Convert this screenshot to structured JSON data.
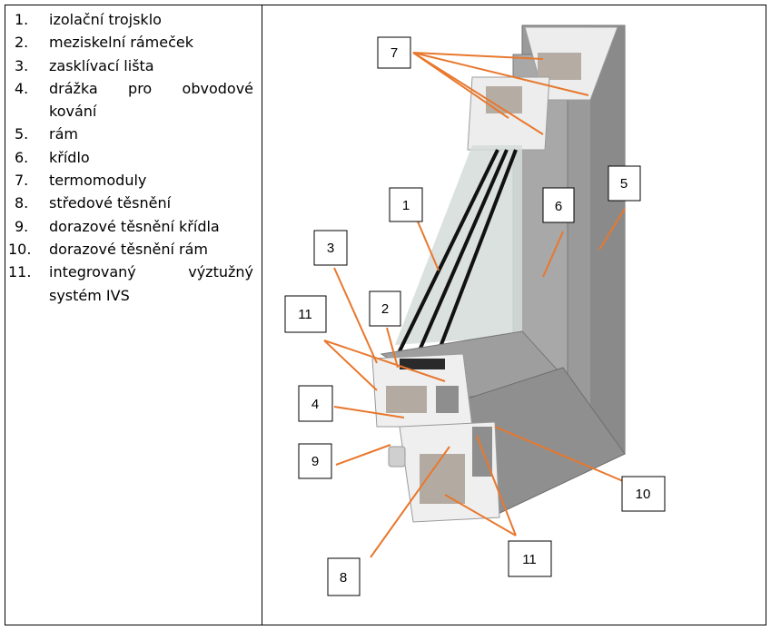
{
  "legend": {
    "items": [
      {
        "num": "1.",
        "text": "izolační trojsklo"
      },
      {
        "num": "2.",
        "text": "meziskelní rámeček"
      },
      {
        "num": "3.",
        "text": "zasklívací lišta"
      },
      {
        "num": "4.",
        "text": "drážka pro obvodové",
        "text2": "kování"
      },
      {
        "num": "5.",
        "text": "rám"
      },
      {
        "num": "6.",
        "text": "křídlo"
      },
      {
        "num": "7.",
        "text": "termomoduly"
      },
      {
        "num": "8.",
        "text": "středové těsnění"
      },
      {
        "num": "9.",
        "text": "dorazové těsnění křídla"
      },
      {
        "num": "10.",
        "text": "dorazové těsnění rám"
      },
      {
        "num": "11.",
        "text": "integrovaný výztužný",
        "text2": "systém IVS"
      }
    ]
  },
  "callouts": {
    "c1": "1",
    "c2": "2",
    "c3": "3",
    "c4": "4",
    "c5": "5",
    "c6": "6",
    "c7": "7",
    "c8": "8",
    "c9": "9",
    "c10": "10",
    "c11a": "11",
    "c11b": "11"
  },
  "colors": {
    "leader": "#E8782E",
    "frame_gray": "#9C9C9C",
    "frame_dark": "#7E7E7E",
    "profile_white": "#F2F2F2",
    "foam": "#B8B0A8"
  }
}
